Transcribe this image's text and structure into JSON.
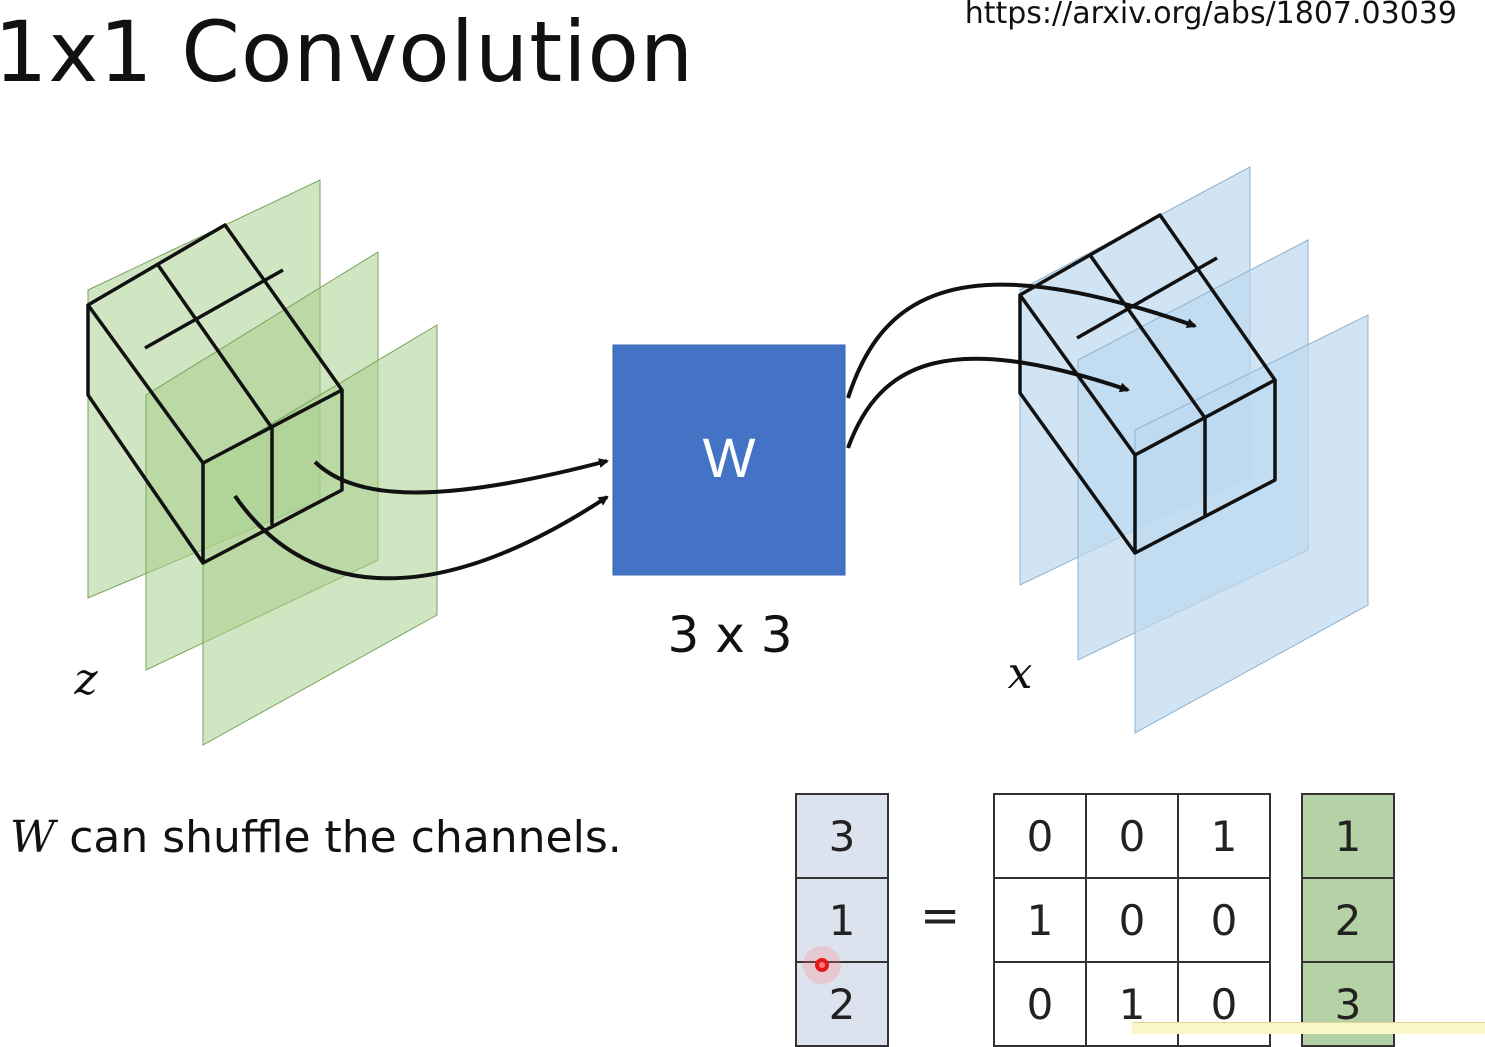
{
  "slide": {
    "title": "1x1 Convolution",
    "url": "https://arxiv.org/abs/1807.03039",
    "caption_var": "W",
    "caption_text": " can shuffle the channels."
  },
  "diagram": {
    "input_label": "z",
    "output_label": "x",
    "weight_label": "W",
    "weight_size": "3 x 3",
    "colors": {
      "input_fill": "#a9d08e",
      "output_fill": "#bcd9f0",
      "weight_fill": "#4472c4",
      "line": "#111111"
    }
  },
  "equation": {
    "lhs": [
      "3",
      "1",
      "2"
    ],
    "equals": "=",
    "matrix": [
      [
        "0",
        "0",
        "1"
      ],
      [
        "1",
        "0",
        "0"
      ],
      [
        "0",
        "1",
        "0"
      ]
    ],
    "rhs": [
      "1",
      "2",
      "3"
    ]
  }
}
